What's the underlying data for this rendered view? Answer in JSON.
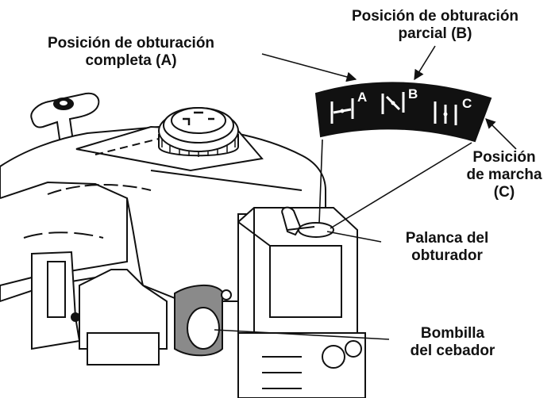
{
  "labels": {
    "full_choke": [
      "Posición de obturación",
      "completa (A)"
    ],
    "partial_choke": [
      "Posición de obturación",
      "parcial (B)"
    ],
    "run_position": [
      "Posición",
      "de marcha",
      "(C)"
    ],
    "choke_lever": [
      "Palanca del",
      "obturador"
    ],
    "primer_bulb": [
      "Bombilla",
      "del cebador"
    ]
  },
  "choke_plate": {
    "letters": [
      "A",
      "B",
      "C"
    ],
    "background_color": "#111111",
    "symbol_color": "#ffffff"
  },
  "icons": [
    "choke-full-symbol",
    "choke-partial-symbol",
    "choke-run-symbol"
  ]
}
